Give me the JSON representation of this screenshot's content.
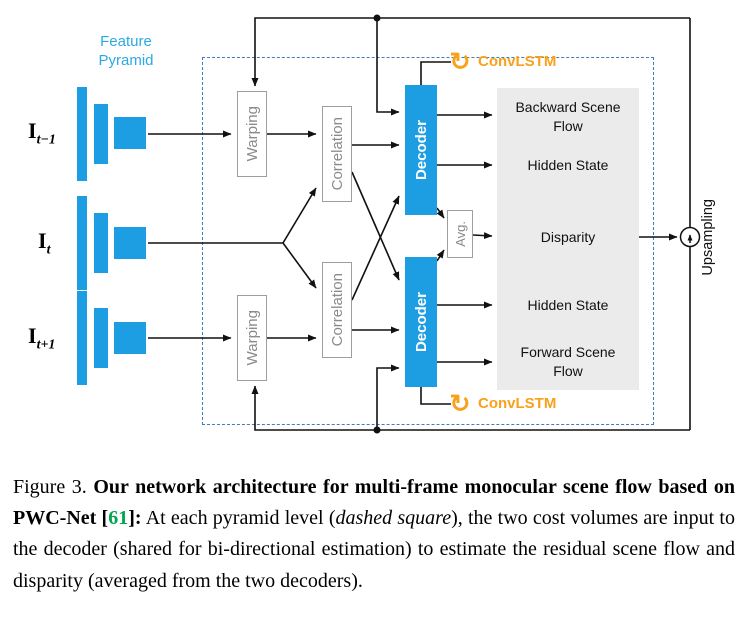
{
  "figure": {
    "feature_pyramid_label": "Feature Pyramid",
    "inputs": [
      {
        "base": "I",
        "sub": "t−1"
      },
      {
        "base": "I",
        "sub": "t"
      },
      {
        "base": "I",
        "sub": "t+1"
      }
    ],
    "blocks": {
      "warping": "Warping",
      "correlation": "Correlation",
      "decoder": "Decoder",
      "avg": "Avg.",
      "convlstm": "ConvLSTM",
      "upsampling": "Upsampling"
    },
    "outputs": [
      "Backward Scene Flow",
      "Hidden State",
      "Disparity",
      "Hidden State",
      "Forward Scene Flow"
    ],
    "colors": {
      "accent_blue": "#1D9EE3",
      "label_cyan": "#29ABE2",
      "convlstm_orange": "#F9A11B",
      "panel_gray": "#EBEBEB",
      "box_border_gray": "#9E9E9E",
      "dashed_blue": "#3C7EBF",
      "cite_green": "#00A651"
    }
  },
  "caption": {
    "segments": [
      {
        "text": "Figure 3. "
      },
      {
        "text": "Our network architecture for multi-frame monocular scene flow based on PWC-Net "
      },
      {
        "text": "["
      },
      {
        "text": "61"
      },
      {
        "text": "]:"
      },
      {
        "text": " At each pyramid level ("
      },
      {
        "text": "dashed square"
      },
      {
        "text": "), the two cost volumes are input to the decoder (shared for bi-directional estimation) to estimate the residual scene flow and disparity (averaged from the two decoders)."
      }
    ]
  }
}
